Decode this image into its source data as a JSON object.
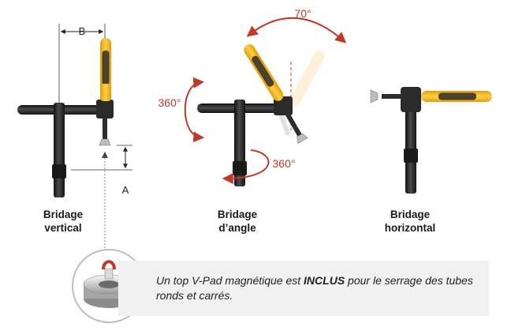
{
  "dimensions": {
    "b_label": "B",
    "a_label": "A"
  },
  "angles": {
    "top_label": "70°",
    "left_label": "360°",
    "bottom_label": "360°"
  },
  "labels": {
    "vertical": [
      "Bridage",
      "vertical"
    ],
    "angle": [
      "Bridage",
      "d’angle"
    ],
    "horizontal": [
      "Bridage",
      "horizontal"
    ]
  },
  "note": {
    "text_before": "Un top V-Pad magnétique est ",
    "text_bold": "INCLUS",
    "text_after": " pour le serrage des tubes ronds et carrés."
  },
  "colors": {
    "handle_yellow": "#f5b41a",
    "bar_dark": "#2b2b2b",
    "arrow_red": "#c0392b",
    "note_bg": "#f1f1f1"
  },
  "icons": [
    "magnetic-vpad-icon"
  ]
}
